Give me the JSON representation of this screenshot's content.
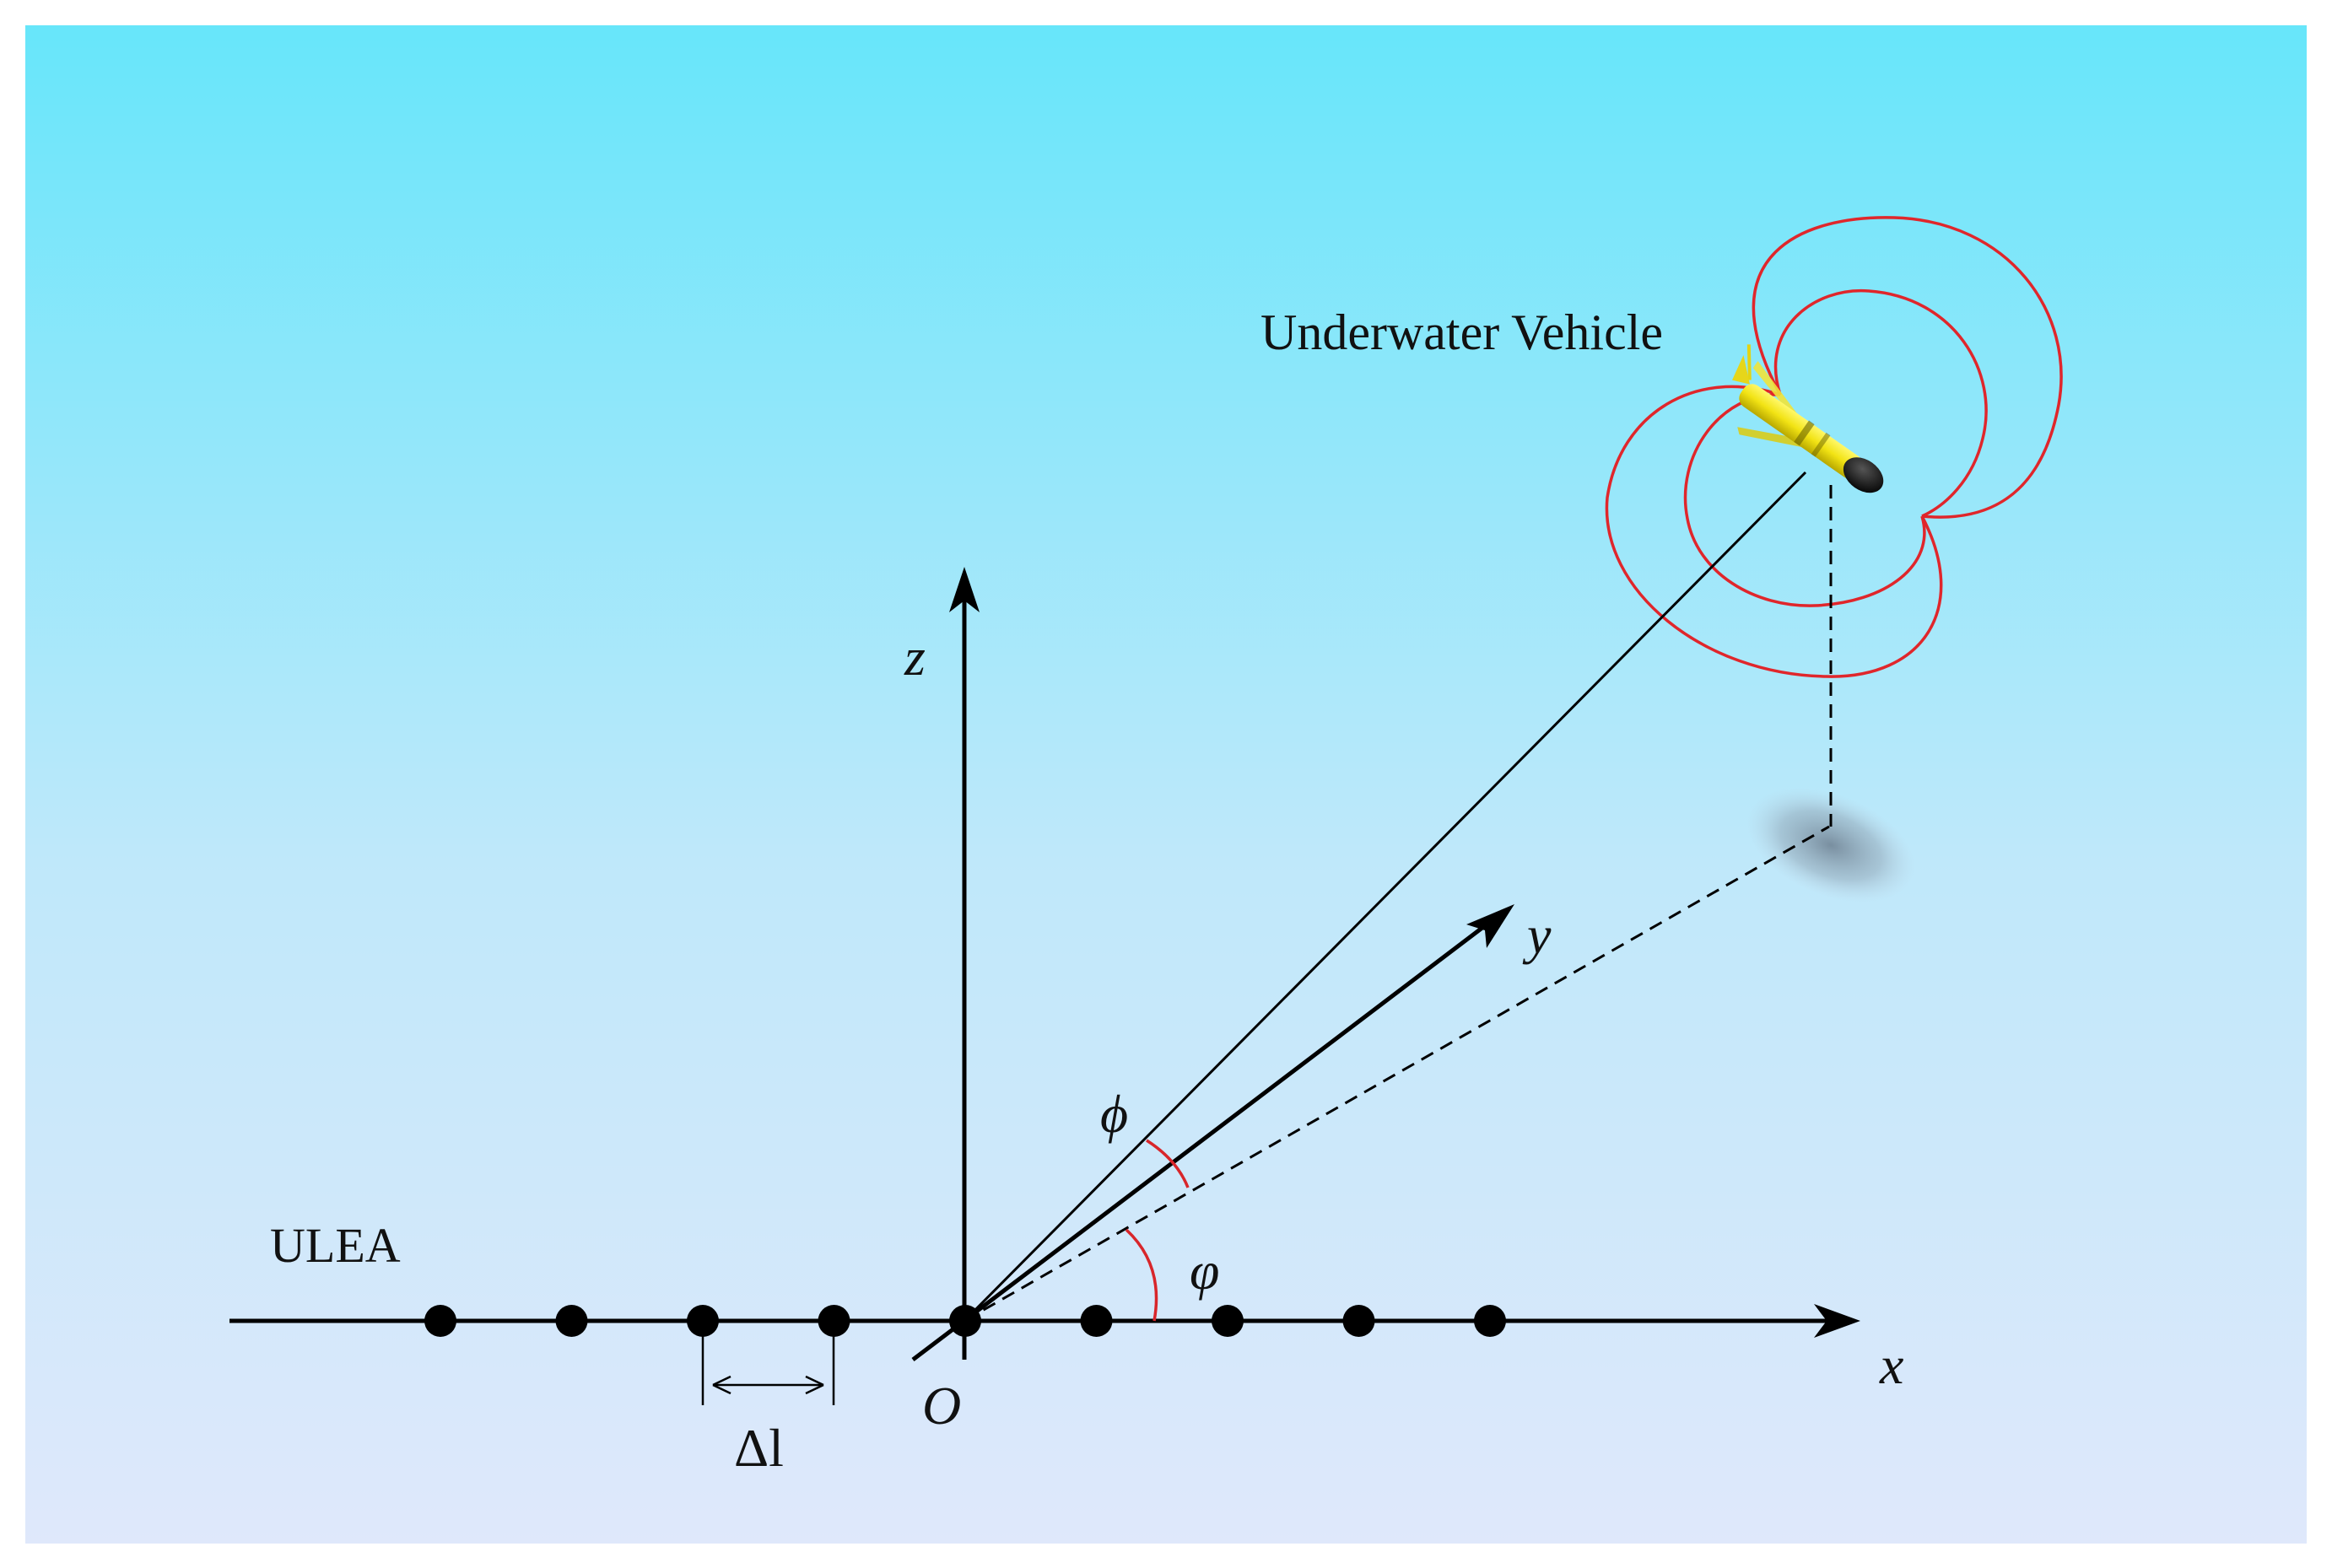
{
  "diagram": {
    "vehicle_label": "Underwater Vehicle",
    "array_label": "ULEA",
    "axis_x": "x",
    "axis_y": "y",
    "axis_z": "z",
    "origin": "O",
    "elevation_angle": "ϕ",
    "azimuth_angle": "φ",
    "spacing": "Δl",
    "electrode_count": 9,
    "colors": {
      "background_top": "#67e6fa",
      "background_bottom": "#dfe8fb",
      "field_lines": "#e0262b",
      "angle_arcs": "#d8262b",
      "vehicle_body": "#f5ea19",
      "vehicle_nose": "#111111",
      "ink": "#000000"
    }
  }
}
